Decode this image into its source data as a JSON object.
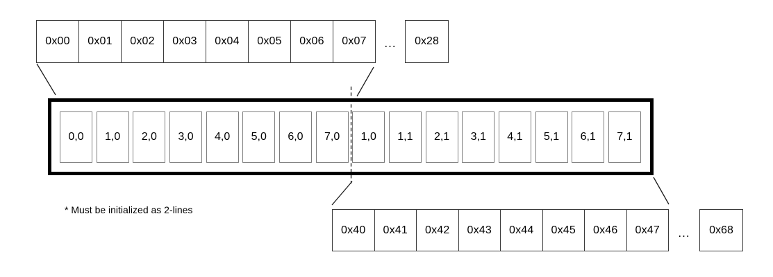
{
  "diagram": {
    "top_row": {
      "cells": [
        "0x00",
        "0x01",
        "0x02",
        "0x03",
        "0x04",
        "0x05",
        "0x06",
        "0x07"
      ],
      "ellipsis": "...",
      "detached_cell": "0x28"
    },
    "line_row": {
      "cells": [
        "0,0",
        "1,0",
        "2,0",
        "3,0",
        "4,0",
        "5,0",
        "6,0",
        "7,0",
        "1,0",
        "1,1",
        "2,1",
        "3,1",
        "4,1",
        "5,1",
        "6,1",
        "7,1"
      ]
    },
    "bottom_row": {
      "cells": [
        "0x40",
        "0x41",
        "0x42",
        "0x43",
        "0x44",
        "0x45",
        "0x46",
        "0x47"
      ],
      "ellipsis": "...",
      "detached_cell": "0x68"
    },
    "note": "* Must be initialized as 2-lines",
    "colors": {
      "background": "#ffffff",
      "thick_border": "#000000",
      "address_cell_border": "#3a3a3a",
      "inner_cell_border": "#7d7d7d",
      "connector_line": "#1c1c1c"
    }
  }
}
